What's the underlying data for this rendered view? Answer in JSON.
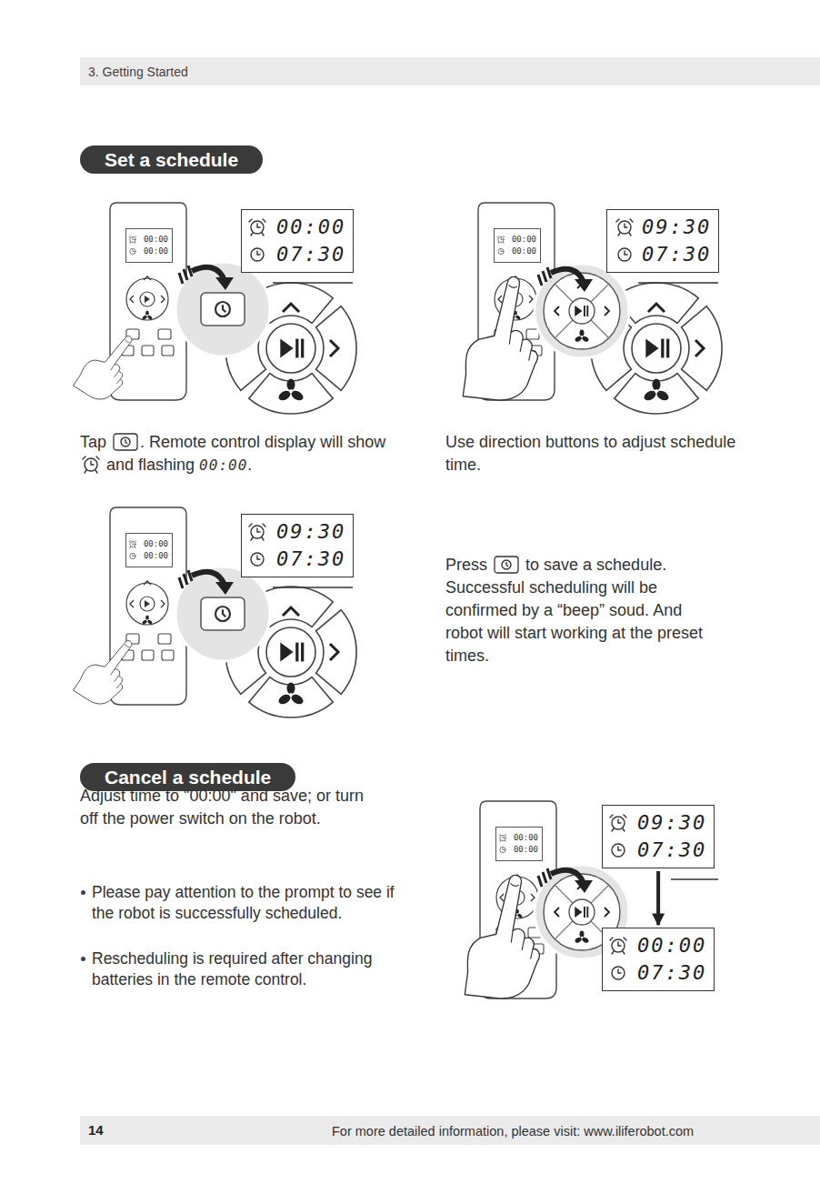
{
  "diagram": {
    "nodes": [
      {
        "text": [
          "Set a schedule"
        ]
      },
      {
        "text": [
          "00:00",
          "00:00"
        ]
      },
      {
        "text": [
          "00:00",
          "07:30"
        ]
      },
      {
        "text": [
          "00:00",
          "00:00"
        ]
      },
      {
        "text": [
          "09:30",
          "07:30"
        ]
      },
      {
        "text": [
          "00:00",
          "00:00"
        ]
      },
      {
        "text": [
          "09:30",
          "07:30"
        ]
      },
      {
        "text": [
          "Cancel a schedule"
        ]
      },
      {
        "text": [
          "00:00",
          "00:00"
        ]
      },
      {
        "text": [
          "09:30",
          "07:30"
        ]
      },
      {
        "text": [
          "00:00",
          "07:30"
        ]
      }
    ],
    "edges": [
      {
        "from": 9,
        "to": 10,
        "arrow": "to"
      }
    ],
    "labels": [
      "3. Getting Started",
      "Tap",
      ". Remote control display will show",
      "and flashing",
      "00:00",
      ".",
      "Use direction buttons to adjust schedule time.",
      "Press",
      "to save a schedule. Successful scheduling will be confirmed by a “beep” soud. And robot will start working at the preset times.",
      "Adjust time to \"00:00\" and save; or turn off the power switch on the robot.",
      "Please pay attention to the prompt to see if the robot is successfully scheduled.",
      "Rescheduling is required after changing batteries in the remote control.",
      "14",
      "For more detailed information, please visit: www.iliferobot.com"
    ]
  }
}
